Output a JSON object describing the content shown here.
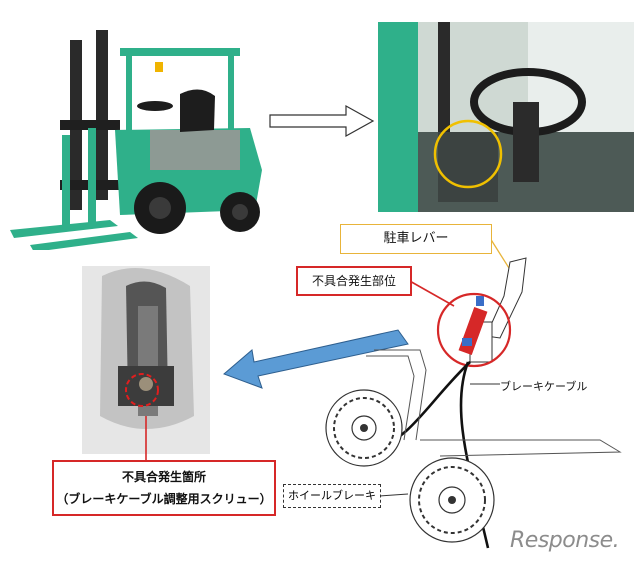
{
  "labels": {
    "parking_lever": "駐車レバー",
    "defect_location": "不具合発生部位",
    "cable": "ブレーキケーブル",
    "wheel_brake": "ホイールブレーキ",
    "bottom_line1": "不具合発生箇所",
    "bottom_line2": "（ブレーキケーブル調整用スクリュー）",
    "watermark": "Response."
  },
  "colors": {
    "forklift_green": "#2fb08a",
    "highlight_red": "#d62828",
    "highlight_yellow": "#e8b43a",
    "arrow_blue": "#5b9bd5"
  },
  "icons": {
    "forklift": "forklift-photo",
    "cab": "cab-interior-photo",
    "screw": "screw-closeup-photo"
  }
}
